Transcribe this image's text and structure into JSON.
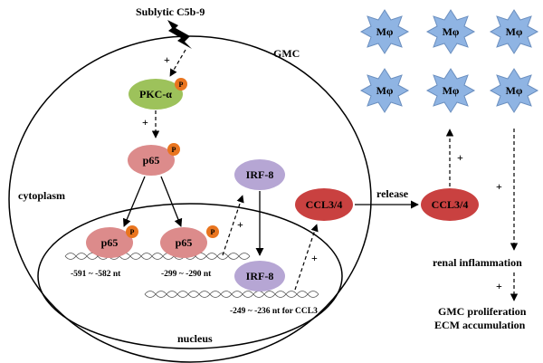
{
  "diagram": {
    "stimulus": "Sublytic C5b-9",
    "cell_label": "GMC",
    "cytoplasm_label": "cytoplasm",
    "nucleus_label": "nucleus",
    "pkc_label": "PKC-α",
    "p65_label": "p65",
    "phospho_label": "P",
    "irf8_label": "IRF-8",
    "ccl_label": "CCL3/4",
    "release_label": "release",
    "macrophage_label": "Mφ",
    "plus": "+",
    "site_1": "-591 ~ -582 nt",
    "site_2": "-299 ~ -290 nt",
    "site_3": "-249 ~ -236 nt for CCL3",
    "outcome_1": "renal inflammation",
    "outcome_2": "GMC proliferation",
    "outcome_3": "ECM accumulation"
  },
  "colors": {
    "pkc": "#9dc25b",
    "p65": "#dc8b8b",
    "irf8": "#b6a6d4",
    "ccl": "#c94140",
    "macrophage": "#8fb4e3",
    "phospho": "#e9751f"
  }
}
